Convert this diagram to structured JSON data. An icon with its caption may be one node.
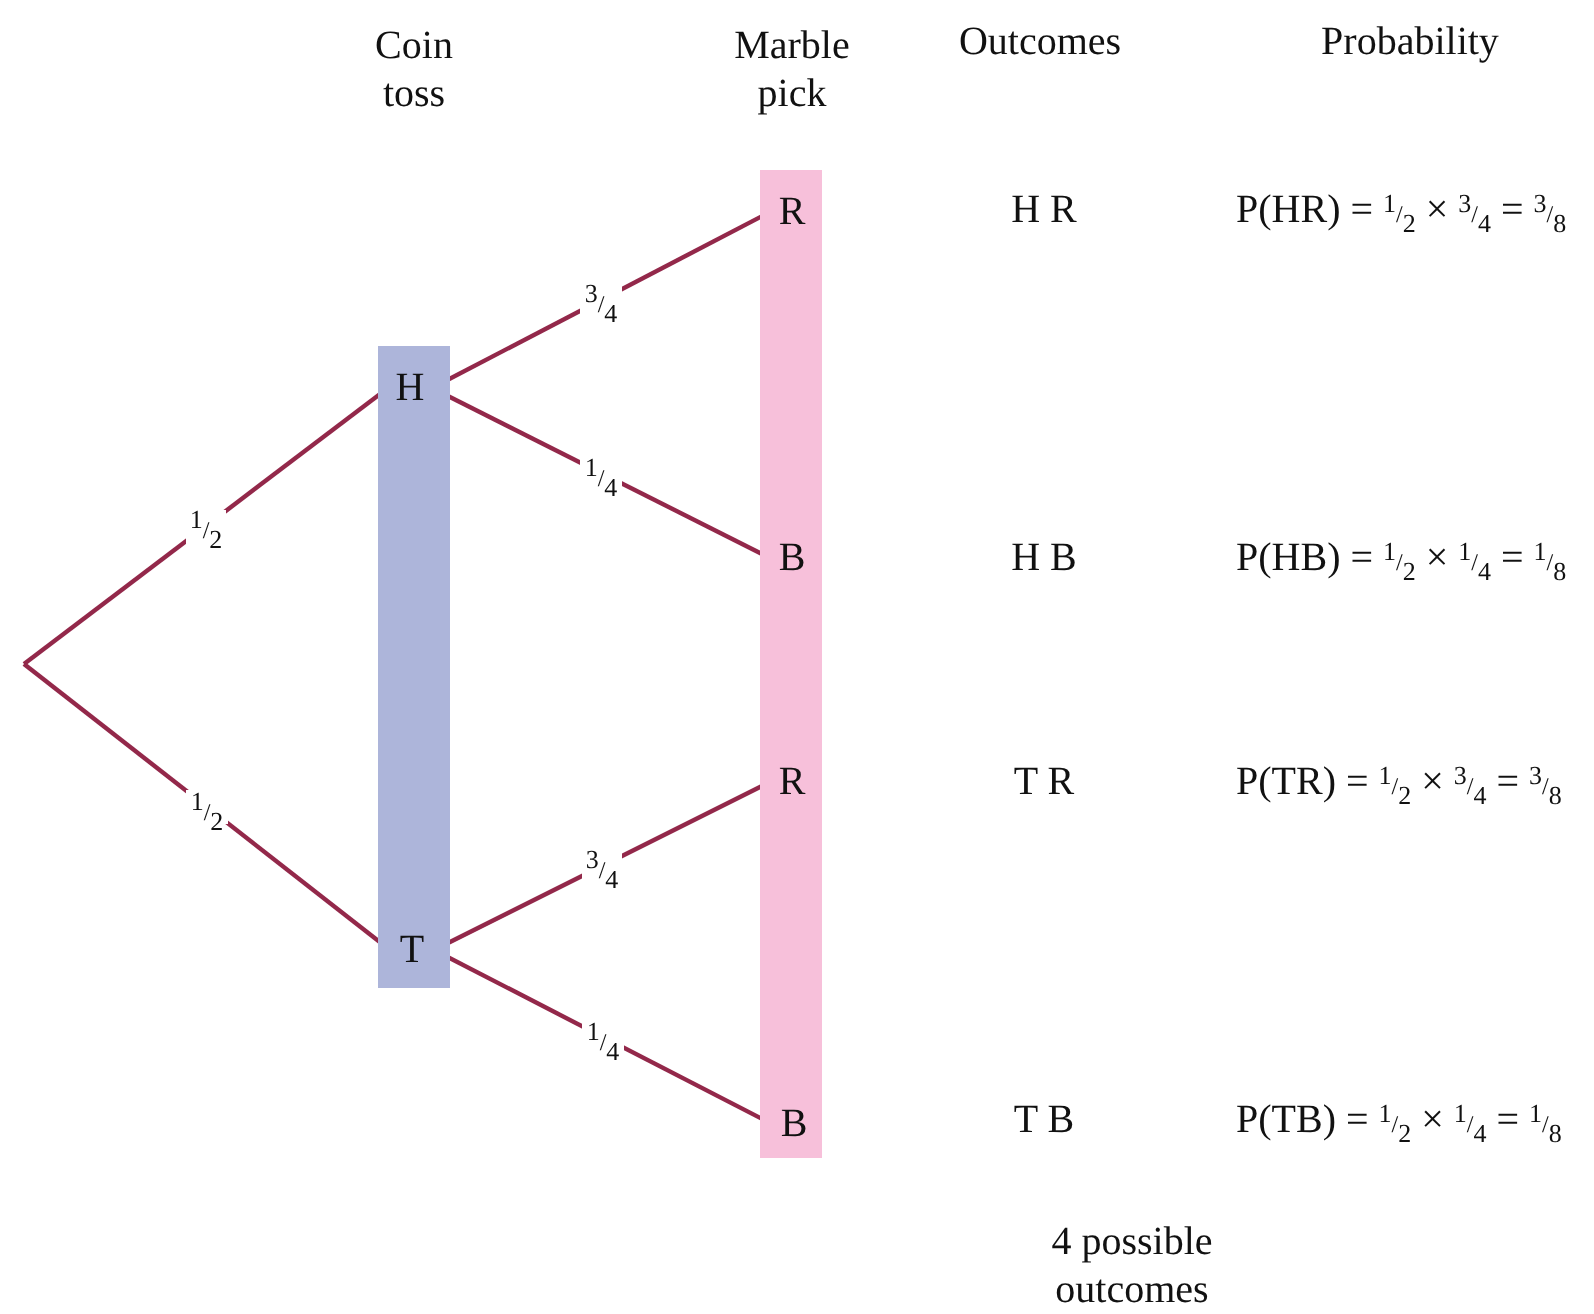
{
  "diagram": {
    "nodes": [
      {
        "text": [],
        "shape": "bar"
      },
      {
        "text": [
          "H"
        ],
        "in": 0
      },
      {
        "text": [
          "T"
        ],
        "in": 0
      },
      {
        "text": [],
        "shape": "bar"
      },
      {
        "text": [
          "R"
        ],
        "in": 3
      },
      {
        "text": [
          "B"
        ],
        "in": 3
      },
      {
        "text": [
          "R"
        ],
        "in": 3
      },
      {
        "text": [
          "B"
        ],
        "in": 3
      }
    ],
    "edges": [
      {
        "from": null,
        "to": 1,
        "arrow": "none",
        "label": "1/2"
      },
      {
        "from": null,
        "to": 2,
        "arrow": "none",
        "label": "1/2"
      },
      {
        "from": 1,
        "to": 4,
        "arrow": "none",
        "label": "3/4"
      },
      {
        "from": 1,
        "to": 5,
        "arrow": "none",
        "label": "1/4"
      },
      {
        "from": 2,
        "to": 6,
        "arrow": "none",
        "label": "3/4"
      },
      {
        "from": 2,
        "to": 7,
        "arrow": "none",
        "label": "1/4"
      }
    ],
    "labels": [
      "Coin toss",
      "Marble pick",
      "Outcomes",
      "Probability",
      "H R",
      "P(HR) = 1/2 × 3/4 = 3/8",
      "H B",
      "P(HB) = 1/2 × 1/4 = 1/8",
      "T R",
      "P(TR) = 1/2 × 3/4 = 3/8",
      "T B",
      "P(TB) = 1/2 × 1/4 = 1/8",
      "4 possible outcomes"
    ]
  }
}
